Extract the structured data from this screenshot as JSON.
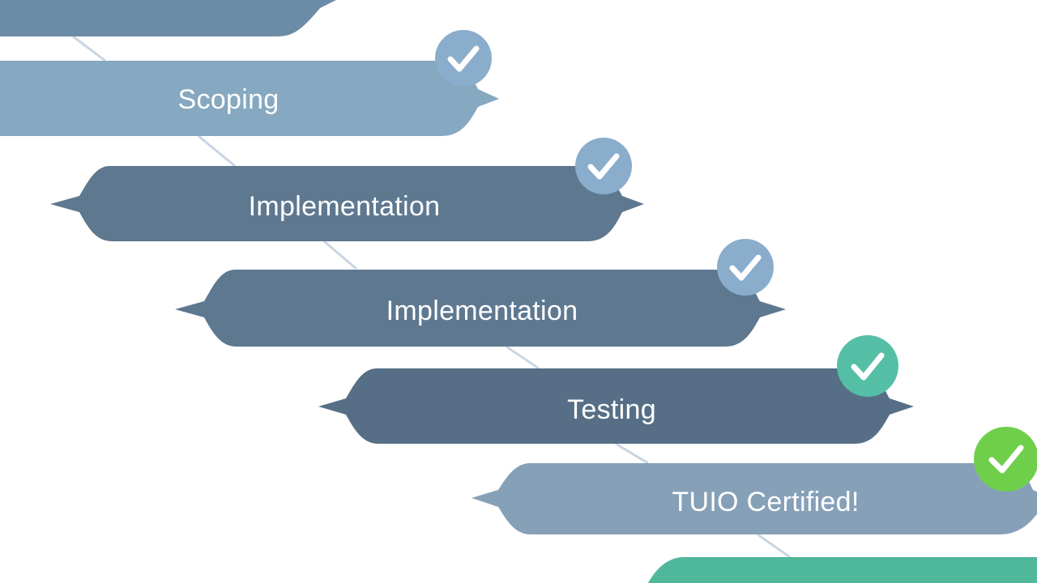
{
  "colors": {
    "background": "#ffffff",
    "connector": "#c9d6e2",
    "banner_light": "#86a8c0",
    "banner_dark": "#5e7890",
    "banner_slate": "#566f86",
    "banner_teal": "#4fb79a",
    "check_blue": "#8aadcc",
    "check_teal": "#55bfa6",
    "check_green": "#6fcf4b",
    "text": "#ffffff"
  },
  "steps": [
    {
      "label": "",
      "color": "#6b8ba6",
      "check": "none"
    },
    {
      "label": "Scoping",
      "color": "#86a8c0",
      "check": "#8aadcc",
      "icon": "checkmark-icon"
    },
    {
      "label": "Implementation",
      "color": "#5e7890",
      "check": "#8aadcc",
      "icon": "checkmark-icon"
    },
    {
      "label": "Implementation",
      "color": "#5e7890",
      "check": "#8aadcc",
      "icon": "checkmark-icon"
    },
    {
      "label": "Testing",
      "color": "#566f86",
      "check": "#55bfa6",
      "icon": "checkmark-icon"
    },
    {
      "label": "TUIO Certified!",
      "color": "#86a0b8",
      "check": "#6fcf4b",
      "icon": "checkmark-icon"
    },
    {
      "label": "",
      "color": "#4fb79a",
      "check": "none"
    }
  ]
}
